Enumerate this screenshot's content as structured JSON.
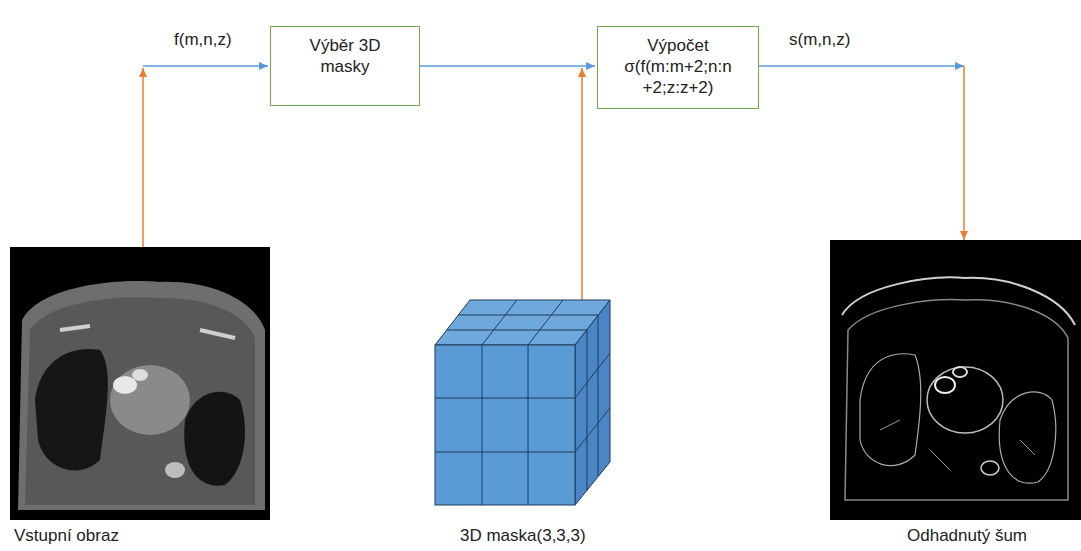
{
  "diagram": {
    "nodes": [
      {
        "text": [
          "Výběr 3D masky"
        ]
      },
      {
        "text": [
          "Výpočet σ(f(m:m+2;n:n +2;z:z+2)"
        ]
      }
    ],
    "edges": [
      {
        "from": 0,
        "to": 1,
        "arrow": "to"
      }
    ],
    "labels": [
      "f(m,n,z)",
      "s(m,n,z)",
      "Vstupní obraz",
      "3D maska(3,3,3)",
      "Odhadnutý šum"
    ]
  }
}
